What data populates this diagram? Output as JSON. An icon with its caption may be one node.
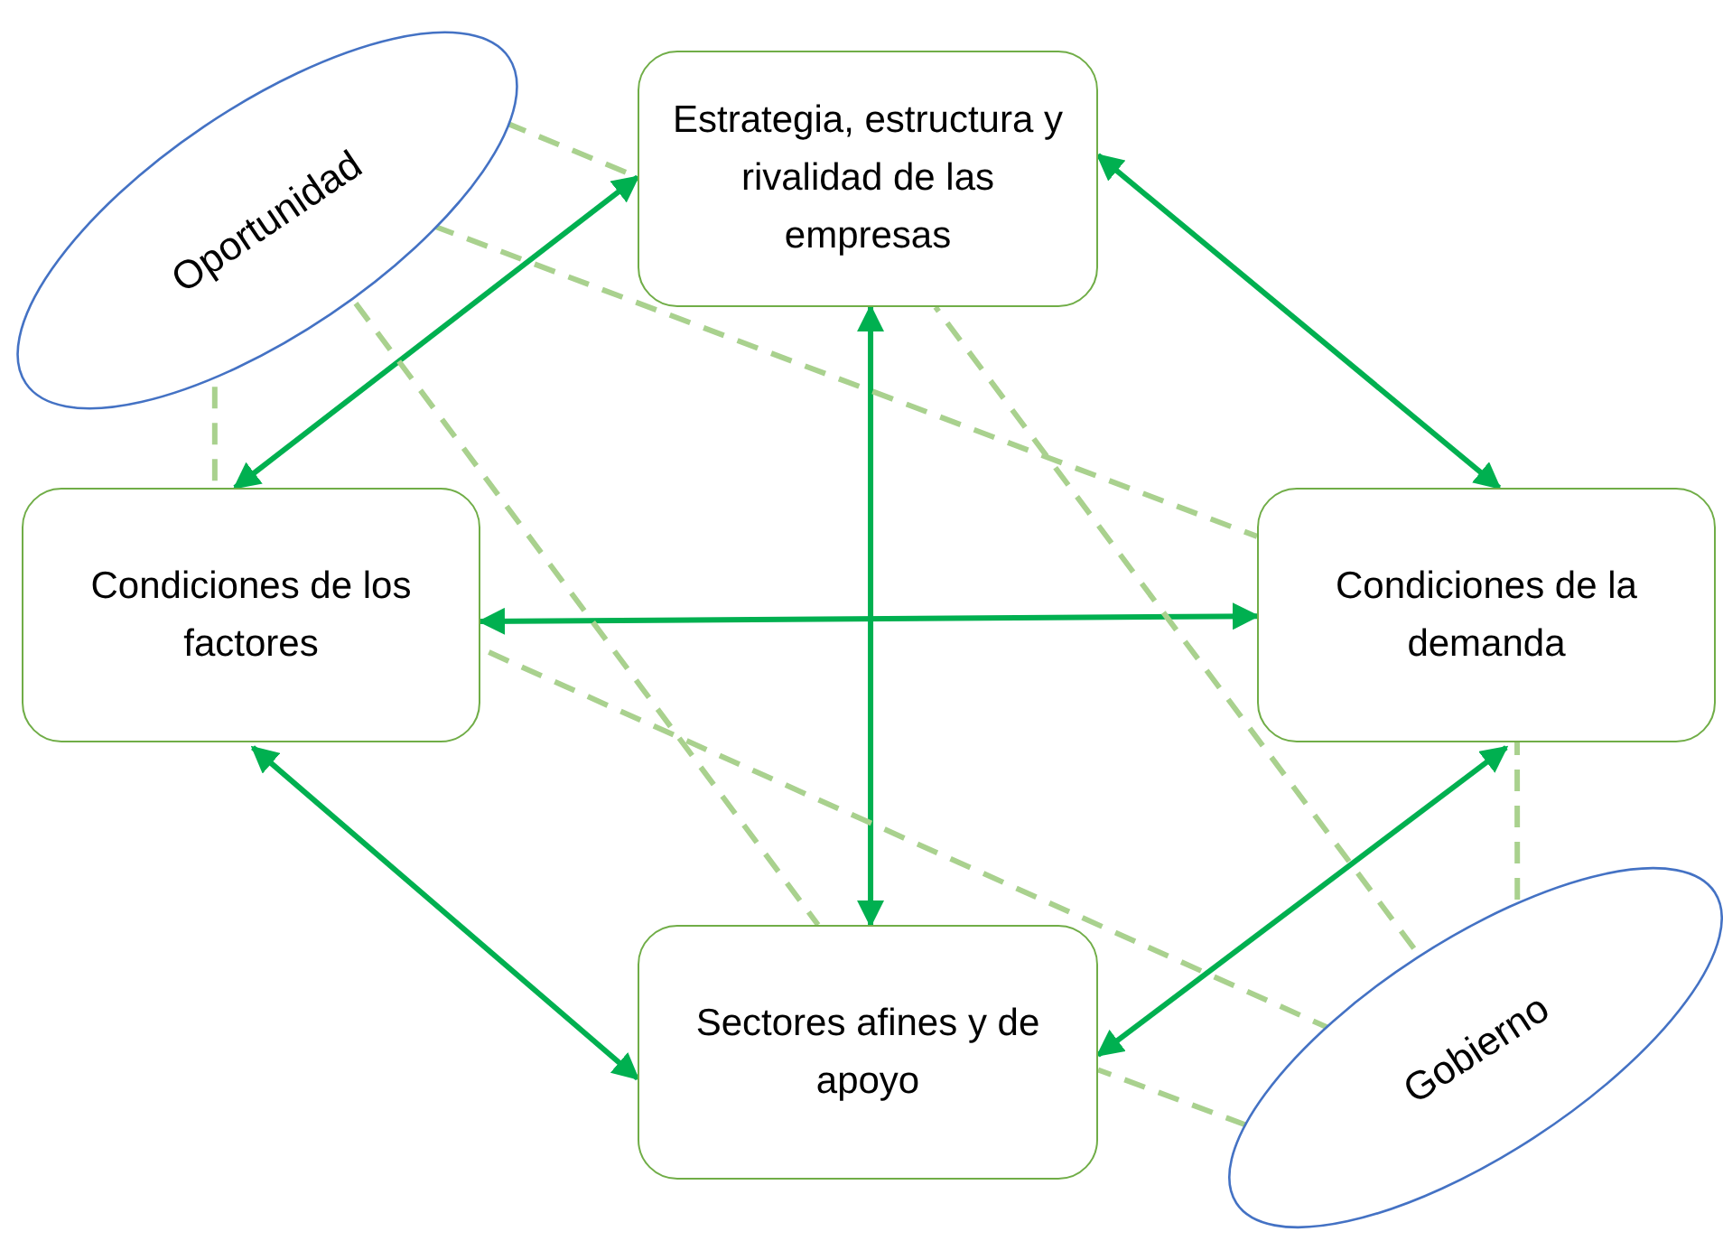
{
  "diagram": {
    "nodes": [
      {
        "text": [
          "Oportunidad"
        ]
      },
      {
        "text": [
          "Estrategia, estructura y rivalidad de las empresas"
        ]
      },
      {
        "text": [
          "Condiciones de los factores"
        ]
      },
      {
        "text": [
          "Condiciones de la demanda"
        ]
      },
      {
        "text": [
          "Sectores afines y de apoyo"
        ]
      },
      {
        "text": [
          "Gobierno"
        ]
      }
    ],
    "edges": [
      {
        "from": 1,
        "to": 2,
        "arrow": "both",
        "color": "#00b050"
      },
      {
        "from": 1,
        "to": 3,
        "arrow": "both",
        "color": "#00b050"
      },
      {
        "from": 2,
        "to": 3,
        "arrow": "both",
        "color": "#00b050"
      },
      {
        "from": 1,
        "to": 4,
        "arrow": "both",
        "color": "#00b050"
      },
      {
        "from": 2,
        "to": 4,
        "arrow": "both",
        "color": "#00b050"
      },
      {
        "from": 3,
        "to": 4,
        "arrow": "both",
        "color": "#00b050"
      },
      {
        "from": 0,
        "to": 1,
        "arrow": "none",
        "style": "dashed"
      },
      {
        "from": 0,
        "to": 3,
        "arrow": "none",
        "style": "dashed"
      },
      {
        "from": 0,
        "to": 4,
        "arrow": "none",
        "style": "dashed"
      },
      {
        "from": 0,
        "to": 2,
        "arrow": "none",
        "style": "dashed"
      },
      {
        "from": 5,
        "to": 3,
        "arrow": "none",
        "style": "dashed"
      },
      {
        "from": 5,
        "to": 1,
        "arrow": "none",
        "style": "dashed"
      },
      {
        "from": 5,
        "to": 2,
        "arrow": "none",
        "style": "dashed"
      },
      {
        "from": 5,
        "to": 4,
        "arrow": "none",
        "style": "dashed"
      }
    ]
  }
}
